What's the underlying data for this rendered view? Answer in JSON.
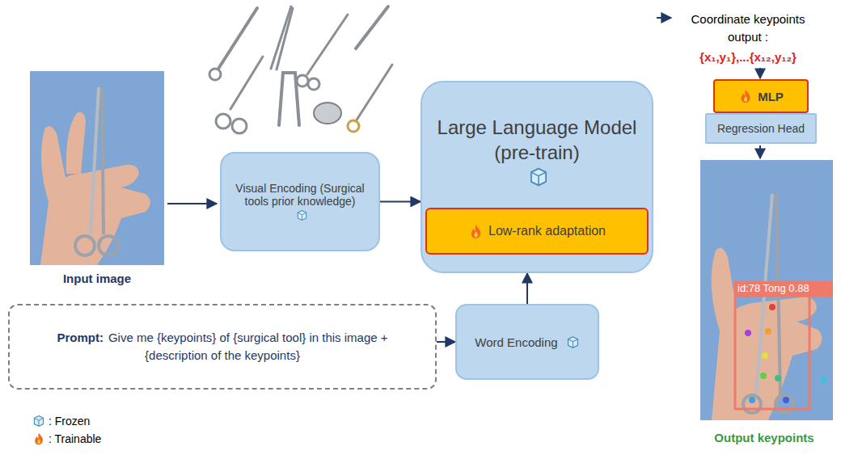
{
  "diagram": {
    "nodes": [
      {
        "text": [
          "Visual Encoding (Surgical tools prior knowledge)"
        ]
      },
      {
        "text": [
          "Large Language Model (pre-train)"
        ]
      },
      {
        "text": [
          "Low-rank adaptation"
        ],
        "in": 1
      },
      {
        "text": [
          "MLP"
        ]
      },
      {
        "text": [
          "Regression Head"
        ]
      },
      {
        "text": [
          "Prompt:",
          "Give me {keypoints} of {surgical tool} in this image + {description of the keypoints}"
        ]
      },
      {
        "text": [
          "Word Encoding"
        ]
      }
    ],
    "edges": [
      {
        "from": 0,
        "to": 1,
        "arrow": "to"
      },
      {
        "from": 6,
        "to": 1,
        "arrow": "to"
      },
      {
        "from": 5,
        "to": 6,
        "arrow": "to"
      }
    ],
    "labels": [
      "Input image",
      "Coordinate keypoints output :",
      "{x₁,y₁},...{x₁₂,y₁₂}",
      "id:78 Tong 0.88",
      "Output keypoints"
    ],
    "legend": [
      {
        "text": ": Frozen"
      },
      {
        "text": ": Trainable"
      }
    ]
  }
}
